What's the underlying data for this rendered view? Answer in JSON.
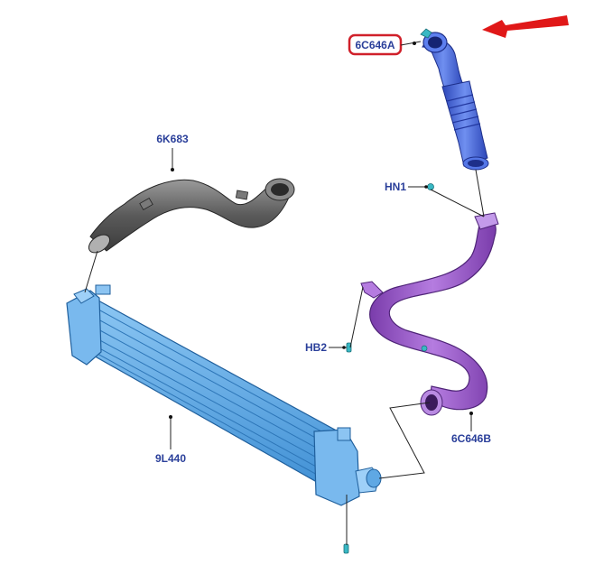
{
  "diagram": {
    "labels": {
      "hose_top": "6C646A",
      "hose_left": "6K683",
      "intercooler": "9L440",
      "clamp_hn1": "HN1",
      "clamp_hb2": "HB2",
      "hose_purple": "6C646B"
    },
    "highlighted_part": "6C646A",
    "colors": {
      "highlight_box": "#d0202a",
      "arrow": "#e01818",
      "label_text": "#2a3f9a",
      "blue_hose": "#3f63d8",
      "grey_hose": "#6c6c6c",
      "purple_hose": "#9b5ac8",
      "intercooler": "#5fa8e4",
      "clamp": "#39b8c4"
    },
    "icons": {
      "pointer": "red-arrow-icon",
      "fasteners": "clip-icon"
    }
  }
}
